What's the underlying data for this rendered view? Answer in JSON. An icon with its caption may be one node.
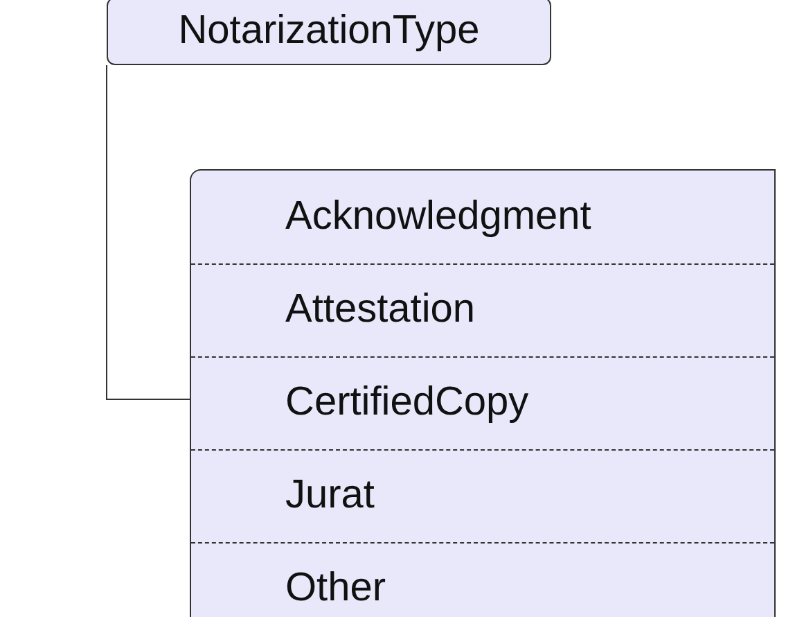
{
  "diagram": {
    "nodes": [
      {
        "text": [
          "NotarizationType"
        ]
      },
      {
        "text": [],
        "shape": "box"
      },
      {
        "text": [
          "Acknowledgment"
        ],
        "in": 1
      },
      {
        "text": [
          "Attestation"
        ],
        "in": 1
      },
      {
        "text": [
          "CertifiedCopy"
        ],
        "in": 1
      },
      {
        "text": [
          "Jurat"
        ],
        "in": 1
      },
      {
        "text": [
          "Other"
        ],
        "in": 1
      }
    ],
    "edges": [
      {
        "from": 0,
        "to": 1,
        "arrow": "none"
      }
    ]
  }
}
